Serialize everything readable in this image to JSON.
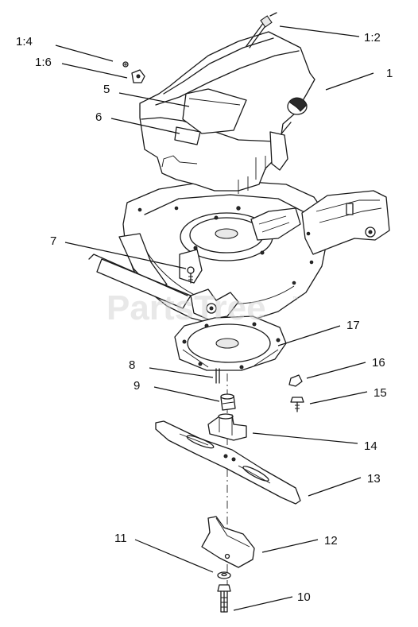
{
  "watermark": {
    "text": "PartsTree",
    "mark": "™"
  },
  "callouts": [
    {
      "id": "1:4",
      "label": "1:4"
    },
    {
      "id": "1:6",
      "label": "1:6"
    },
    {
      "id": "1:2",
      "label": "1:2"
    },
    {
      "id": "1",
      "label": "1"
    },
    {
      "id": "5",
      "label": "5"
    },
    {
      "id": "6",
      "label": "6"
    },
    {
      "id": "7",
      "label": "7"
    },
    {
      "id": "17",
      "label": "17"
    },
    {
      "id": "8",
      "label": "8"
    },
    {
      "id": "9",
      "label": "9"
    },
    {
      "id": "16",
      "label": "16"
    },
    {
      "id": "15",
      "label": "15"
    },
    {
      "id": "14",
      "label": "14"
    },
    {
      "id": "13",
      "label": "13"
    },
    {
      "id": "11",
      "label": "11"
    },
    {
      "id": "12",
      "label": "12"
    },
    {
      "id": "10",
      "label": "10"
    }
  ]
}
